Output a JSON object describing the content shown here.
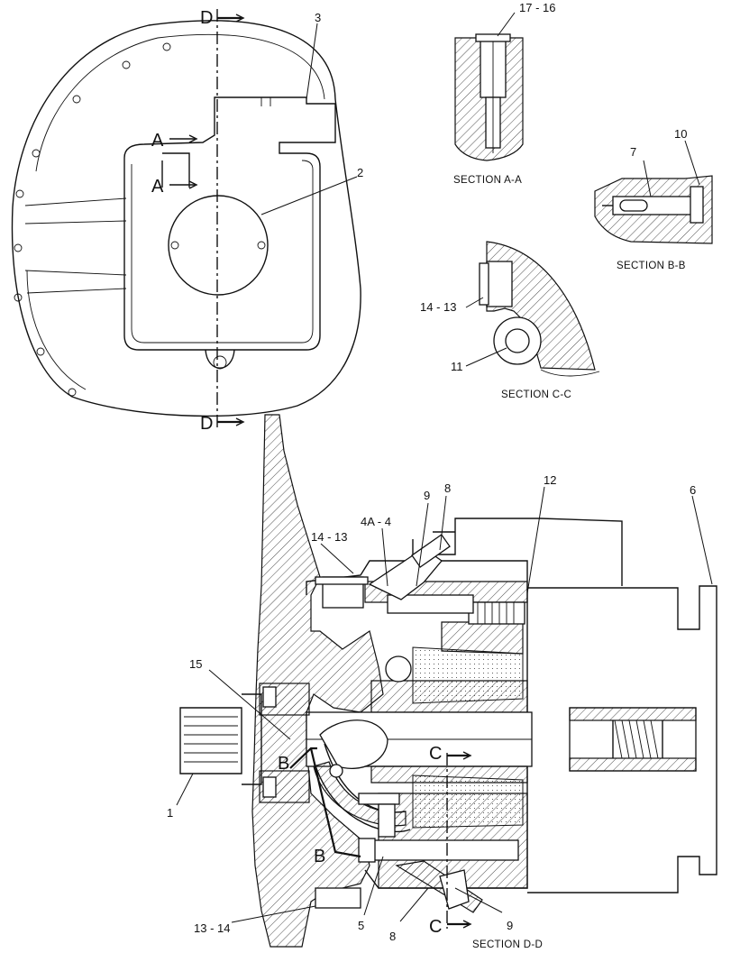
{
  "labels": {
    "l1": "1",
    "l2": "2",
    "l3": "3",
    "l4a4": "4A - 4",
    "l5": "5",
    "l6": "6",
    "l7": "7",
    "l8a": "8",
    "l8b": "8",
    "l9a": "9",
    "l9b": "9",
    "l10": "10",
    "l11": "11",
    "l12": "12",
    "l1314": "13 - 14",
    "l1413a": "14 - 13",
    "l1413b": "14 - 13",
    "l15": "15",
    "l1716": "17 - 16"
  },
  "section_marks": {
    "a_top": "A",
    "a_bottom": "A",
    "b_top": "B",
    "b_bottom": "B",
    "c_top": "C",
    "c_bottom": "C",
    "d_top": "D",
    "d_bottom": "D"
  },
  "captions": {
    "section_aa": "SECTION A-A",
    "section_bb": "SECTION B-B",
    "section_cc": "SECTION C-C",
    "section_dd": "SECTION D-D"
  }
}
